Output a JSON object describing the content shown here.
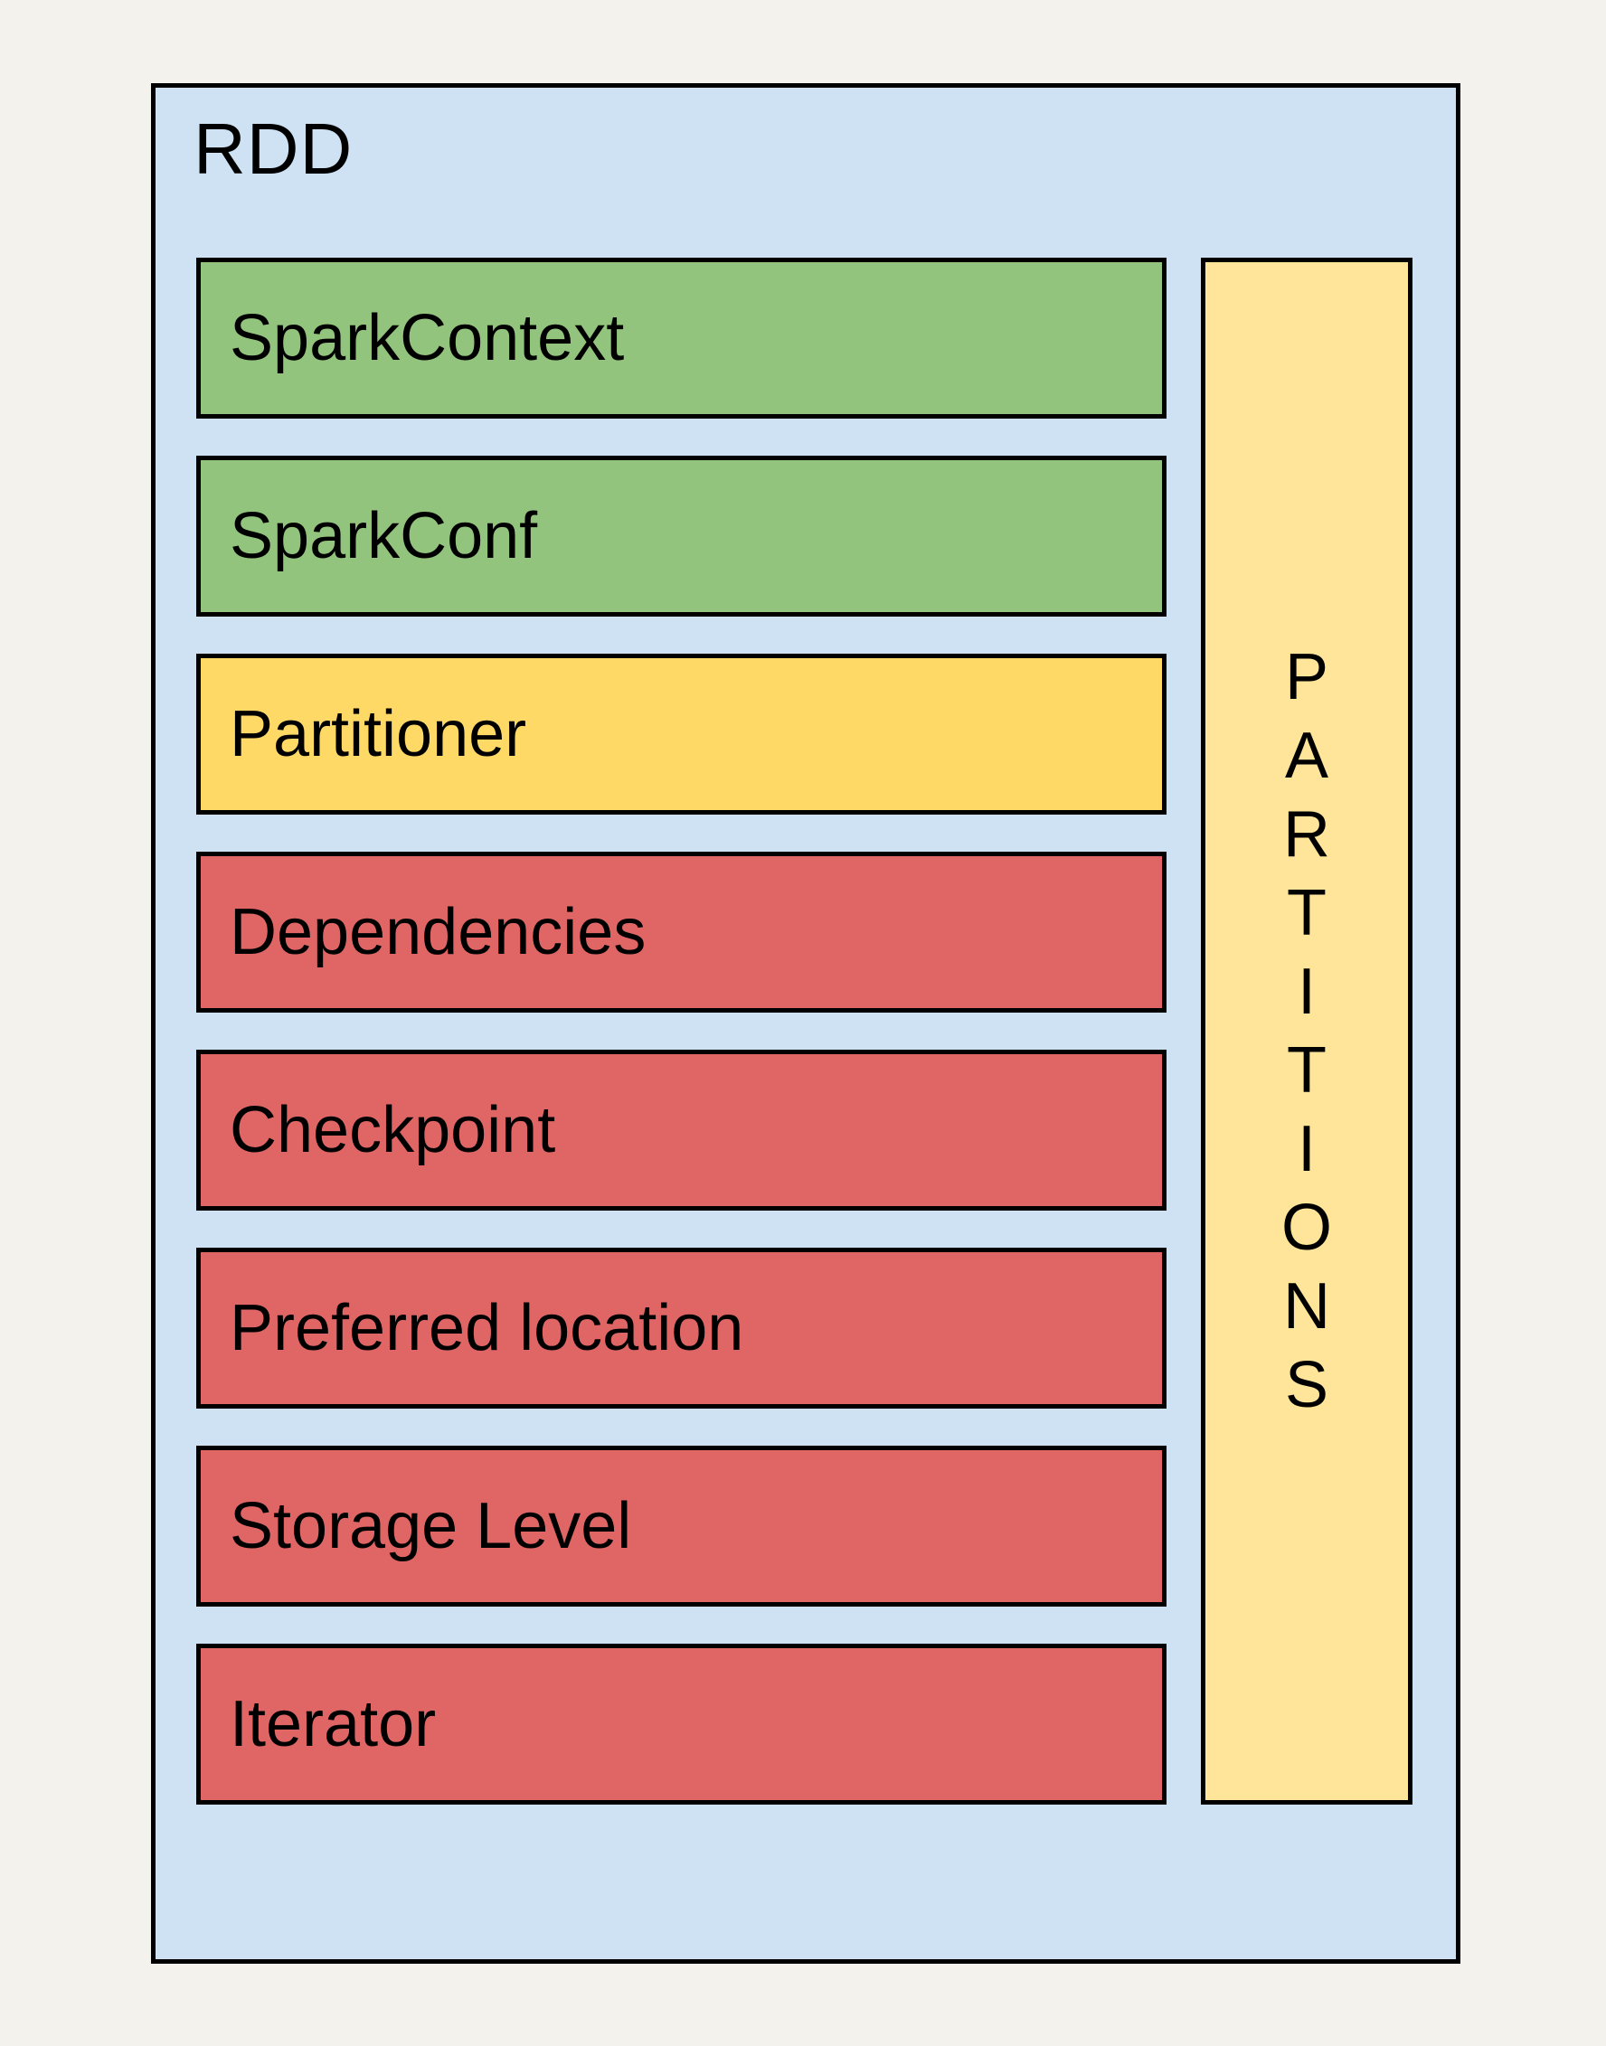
{
  "diagram": {
    "title": "RDD",
    "attributes": [
      {
        "label": "SparkContext",
        "color": "green"
      },
      {
        "label": "SparkConf",
        "color": "green"
      },
      {
        "label": "Partitioner",
        "color": "yellow"
      },
      {
        "label": "Dependencies",
        "color": "red"
      },
      {
        "label": "Checkpoint",
        "color": "red"
      },
      {
        "label": "Preferred location",
        "color": "red"
      },
      {
        "label": "Storage Level",
        "color": "red"
      },
      {
        "label": "Iterator",
        "color": "red"
      }
    ],
    "partitions_label": "PARTITIONS",
    "colors": {
      "background": "#f4f2ed",
      "container_fill": "#cfe2f3",
      "green": "#93c47d",
      "yellow": "#ffd966",
      "light_yellow": "#ffe599",
      "red": "#e06666",
      "border": "#000000",
      "text": "#000000"
    }
  }
}
